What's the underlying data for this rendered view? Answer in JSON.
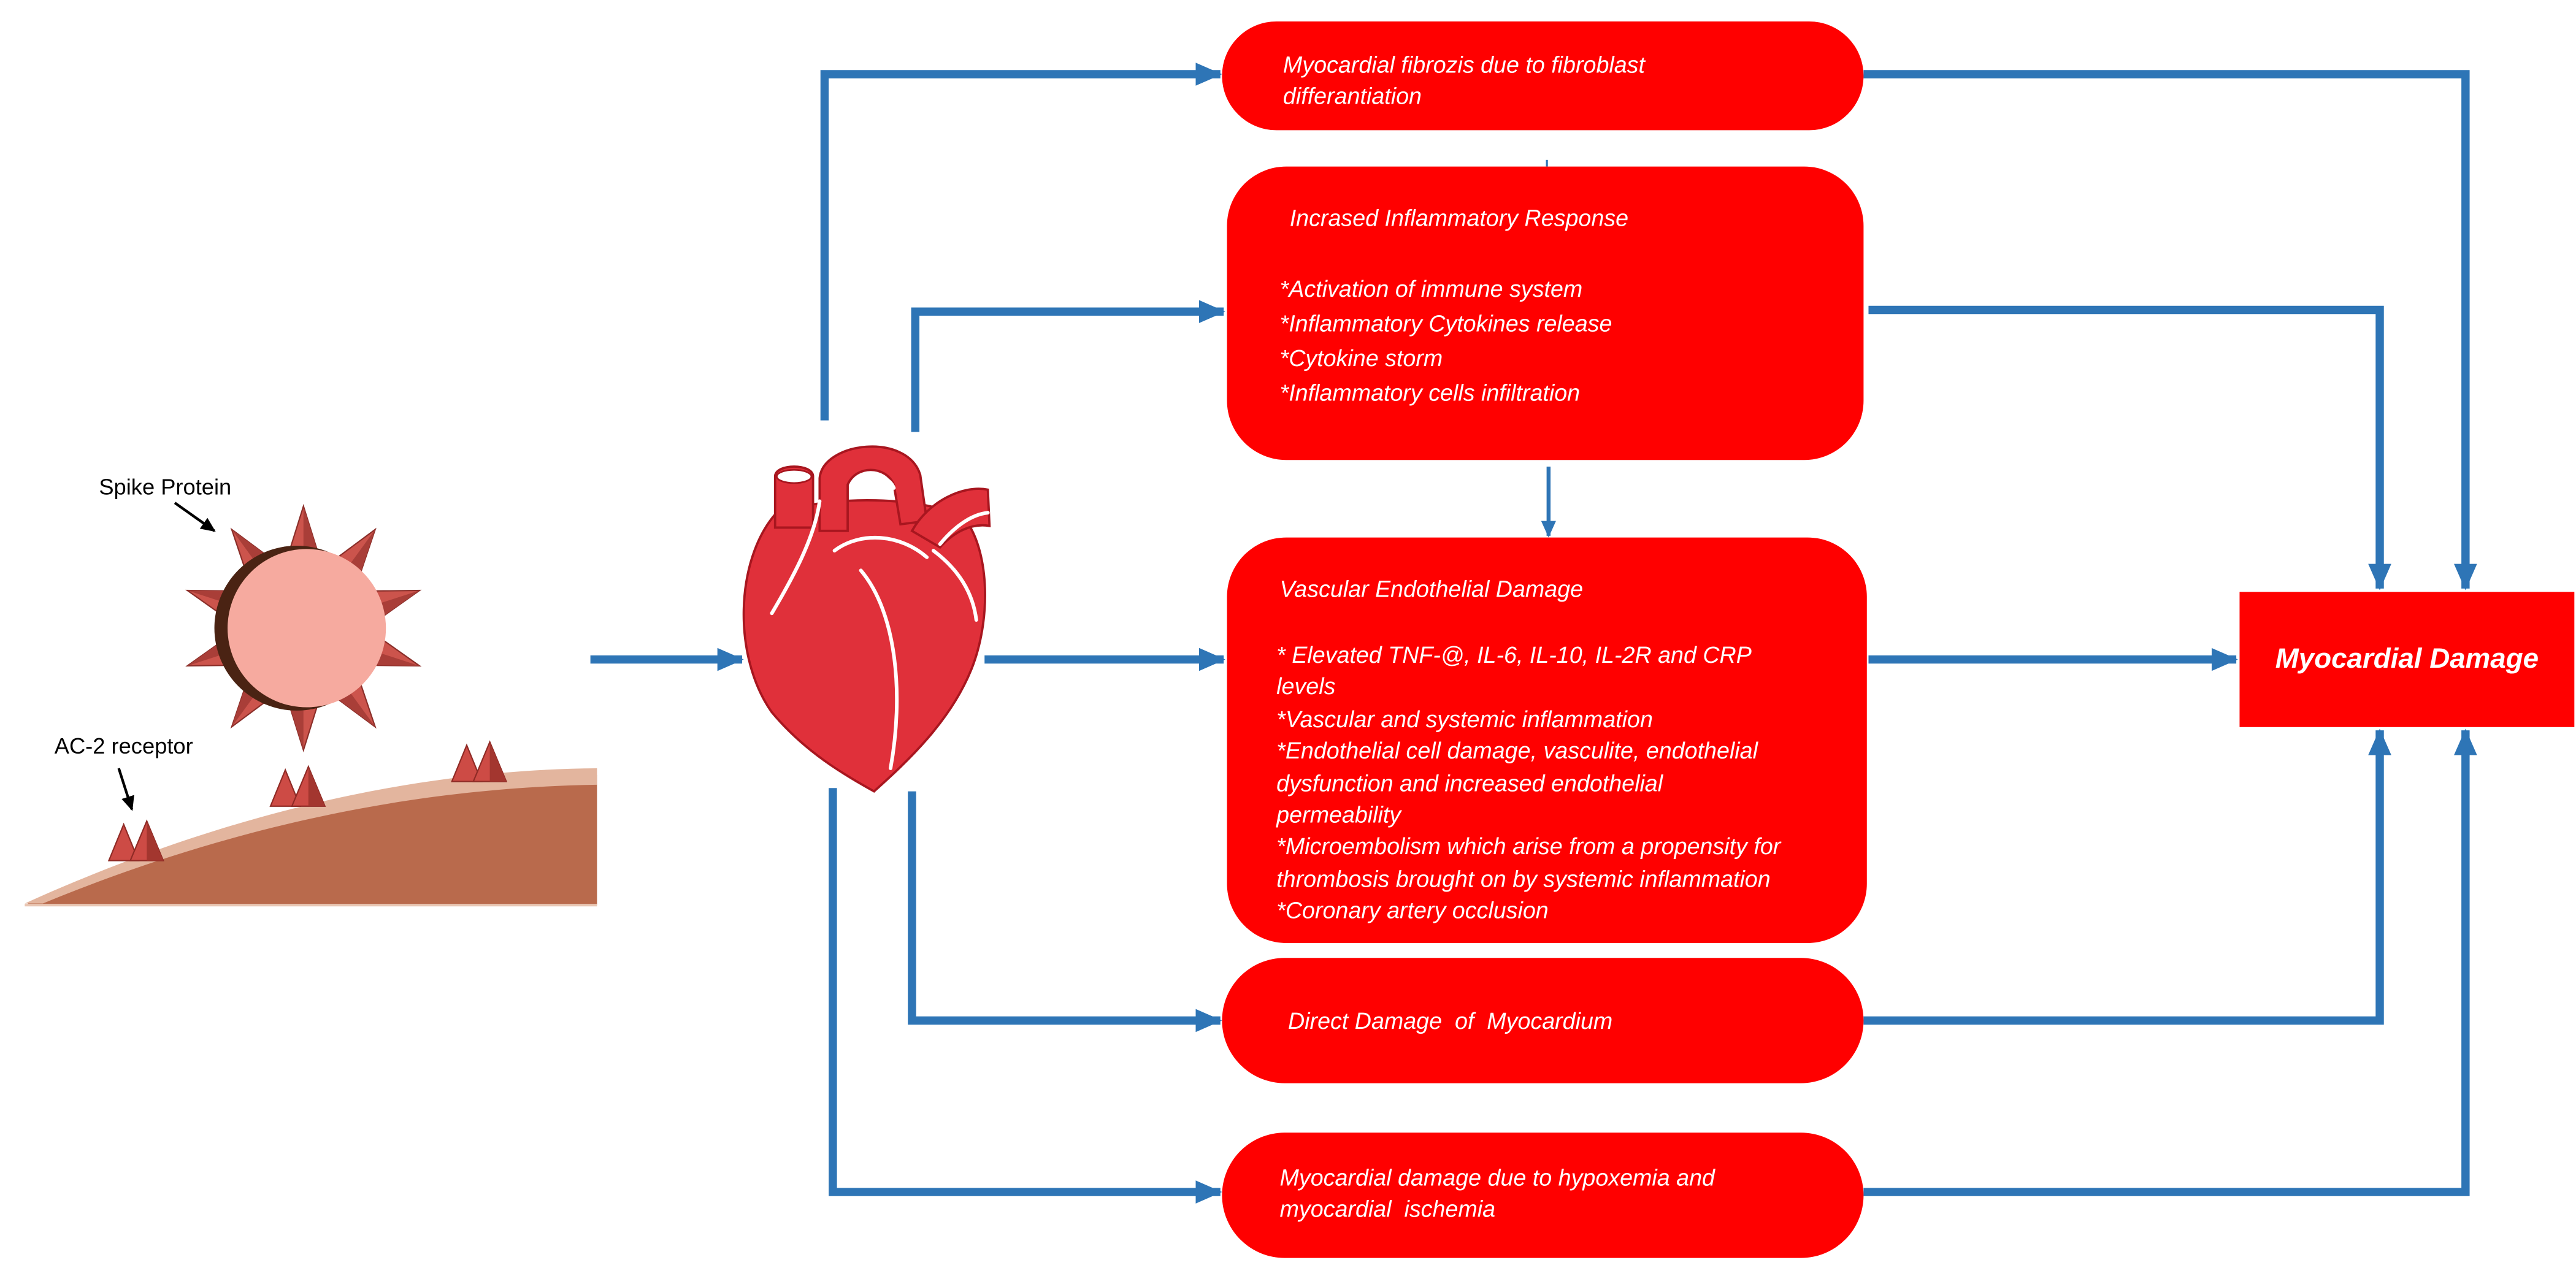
{
  "illustration": {
    "spike_label": "Spike Protein",
    "receptor_label": "AC-2 receptor"
  },
  "boxes": {
    "fibrosis": {
      "lines": [
        "Myocardial fibrozis due to fibroblast",
        "differantiation"
      ]
    },
    "inflammatory": {
      "title": "Incrased Inflammatory Response",
      "items": [
        "*Activation of immune system",
        "*Inflammatory Cytokines release",
        "*Cytokine storm",
        "*Inflammatory cells infiltration"
      ]
    },
    "vascular": {
      "title": "Vascular Endothelial Damage",
      "items": [
        "* Elevated TNF-@, IL-6, IL-10, IL-2R and CRP levels",
        "*Vascular and systemic inflammation",
        "*Endothelial cell damage, vasculite, endothelial dysfunction and increased endothelial permeability",
        "*Microembolism which arise from a propensity for thrombosis brought on by systemic inflammation",
        "*Coronary artery occlusion"
      ]
    },
    "direct": {
      "text": "Direct Damage  of  Myocardium"
    },
    "hypoxemia": {
      "lines": [
        "Myocardial damage due to hypoxemia and",
        "myocardial  ischemia"
      ]
    },
    "outcome": {
      "text": "Myocardial Damage"
    }
  },
  "colors": {
    "box_fill": "#ff0000",
    "box_text": "#ffffff",
    "arrow": "#2e75b6",
    "heart": "#e0303a",
    "membrane": "#b96a4c"
  }
}
